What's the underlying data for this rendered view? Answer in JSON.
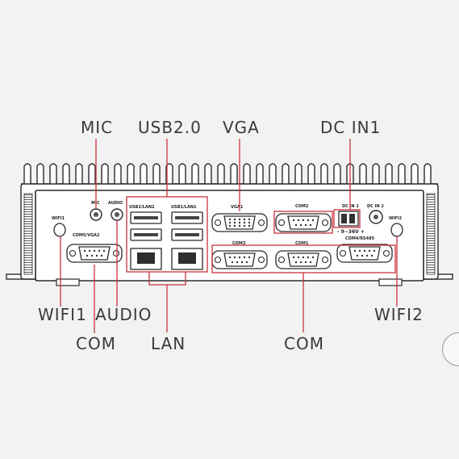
{
  "callouts": {
    "mic": "MIC",
    "usb": "USB2.0",
    "vga": "VGA",
    "dcin1": "DC IN1",
    "wifi1": "WIFI1",
    "audio": "AUDIO",
    "wifi2": "WIFI2",
    "com_left": "COM",
    "lan": "LAN",
    "com_right": "COM"
  },
  "panel_text": {
    "wifi1": "WIFI1",
    "mic": "MIC",
    "audio": "AUDIO",
    "usb_lan2": "USB2/LAN2",
    "usb_lan1": "USB1/LAN1",
    "com5_vga2": "COM5/VGA2",
    "vga1": "VGA1",
    "com2": "COM2",
    "com3": "COM3",
    "com1": "COM1",
    "dcin1": "DC IN 1",
    "dcin2": "DC IN 2",
    "voltage": "- 9~36V +",
    "com4_rs485": "COM4/RS485",
    "wifi2": "WIFI2"
  },
  "colors": {
    "callout_line": "#c8323c",
    "outline": "#2a2a2a",
    "label_text": "#3a3a3a"
  }
}
